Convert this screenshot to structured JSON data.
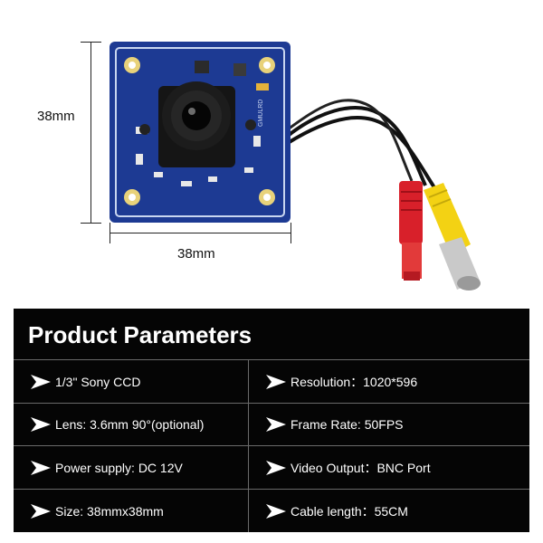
{
  "dimensions": {
    "height_label": "38mm",
    "width_label": "38mm"
  },
  "panel": {
    "title": "Product Parameters",
    "rows": [
      {
        "left": "1/3\" Sony CCD",
        "right": "Resolution：1020*596"
      },
      {
        "left": "Lens: 3.6mm 90°(optional)",
        "right": "Frame Rate:  50FPS"
      },
      {
        "left": "Power supply: DC 12V",
        "right": "Video Output：BNC Port"
      },
      {
        "left": "Size: 38mmx38mm",
        "right": "Cable length：55CM"
      }
    ]
  },
  "colors": {
    "board": "#1d3a93",
    "panel_bg": "#050505",
    "panel_text": "#ffffff",
    "connector_red": "#d8202a",
    "connector_yellow": "#f3d214"
  },
  "board_silkscreen": "GMULRD"
}
